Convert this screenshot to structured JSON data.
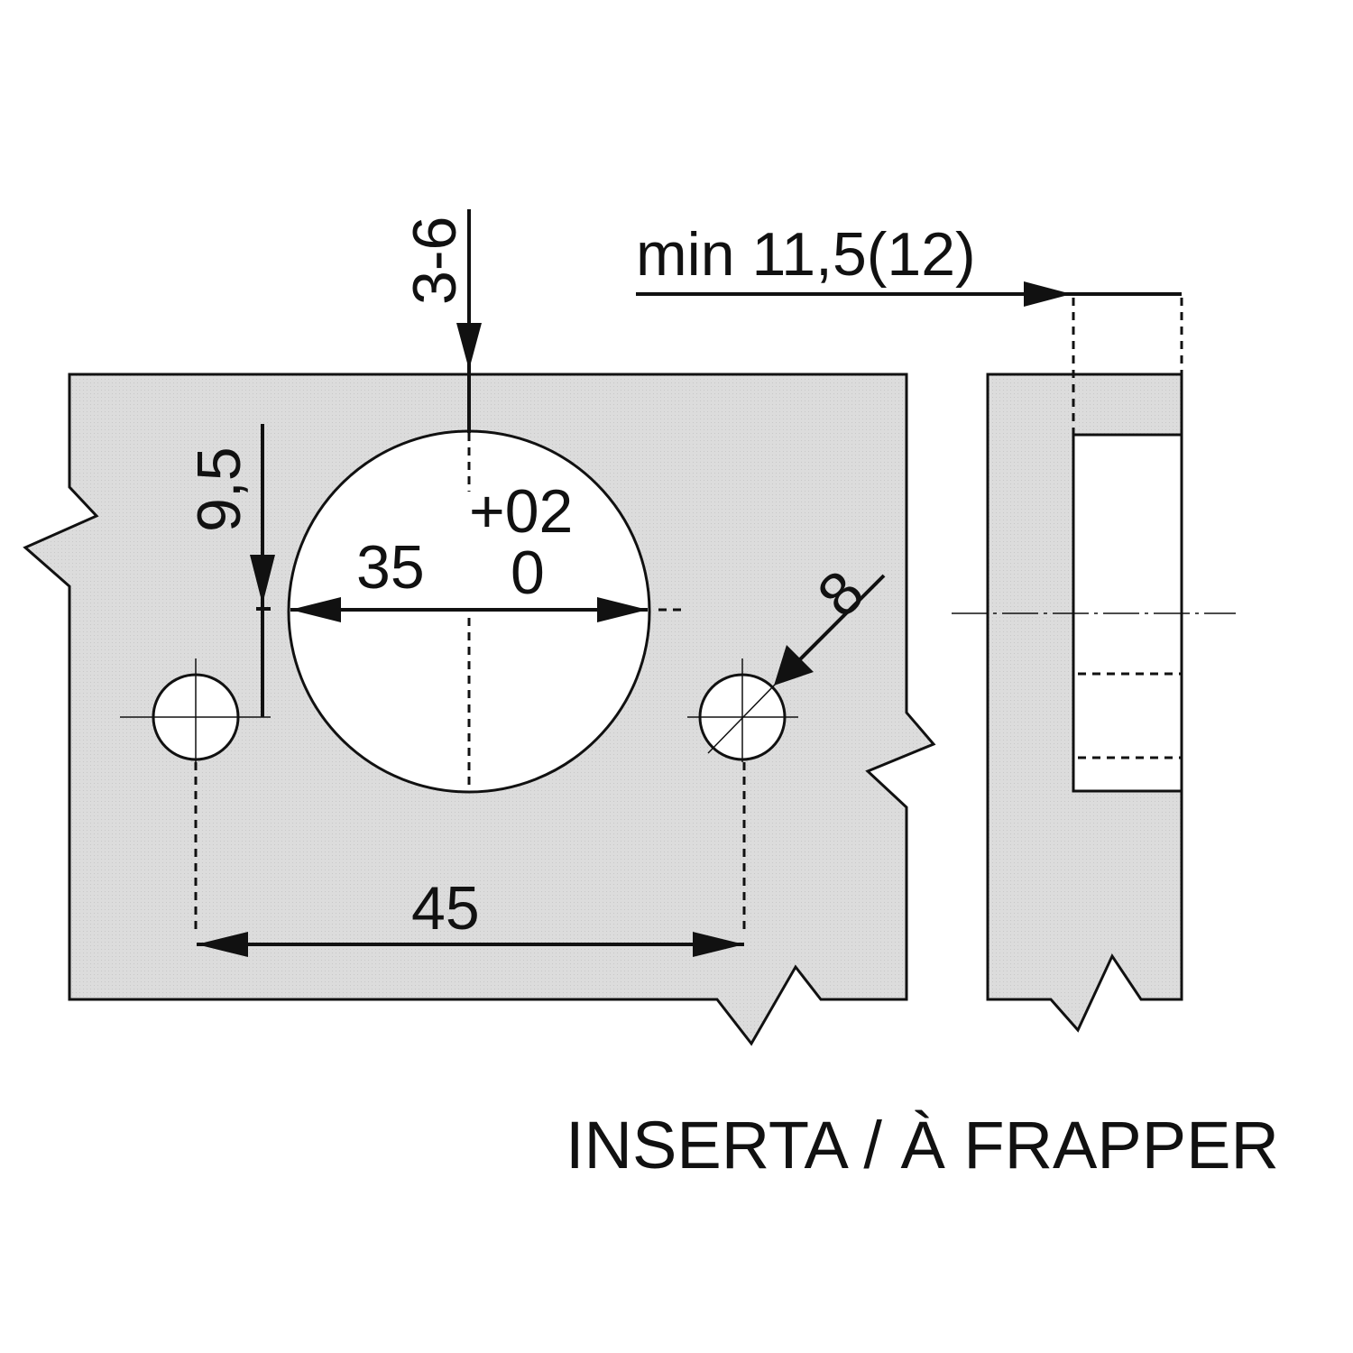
{
  "drawing": {
    "dimensions": {
      "door_edge_distance": "3-6",
      "hole_offset": "9,5",
      "cup_tolerance_upper": "+02",
      "cup_tolerance_lower": "0",
      "cup_diameter": "35",
      "screw_hole_diameter": "8",
      "hole_spacing": "45",
      "min_thickness": "min 11,5(12)"
    },
    "caption": "INSERTA / À FRAPPER",
    "colors": {
      "panel_fill": "#d9d9d9",
      "line": "#111111"
    }
  }
}
